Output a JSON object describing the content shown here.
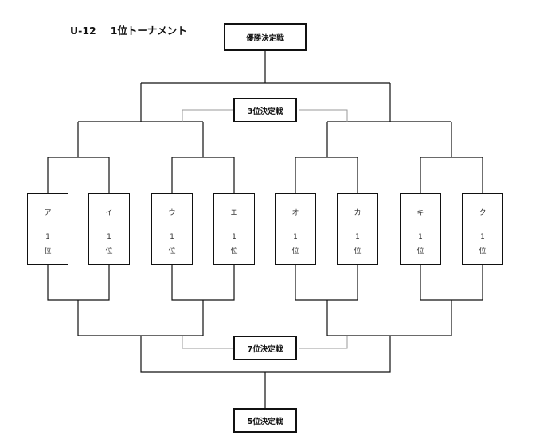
{
  "title": {
    "category": "U-12",
    "name": "1位トーナメント"
  },
  "matches": {
    "final": "優勝決定戦",
    "third_place": "3位決定戦",
    "seventh_place": "7位決定戦",
    "fifth_place": "5位決定戦"
  },
  "teams": [
    {
      "name": "ア",
      "rank_num": "1",
      "rank_unit": "位"
    },
    {
      "name": "イ",
      "rank_num": "1",
      "rank_unit": "位"
    },
    {
      "name": "ウ",
      "rank_num": "1",
      "rank_unit": "位"
    },
    {
      "name": "エ",
      "rank_num": "1",
      "rank_unit": "位"
    },
    {
      "name": "オ",
      "rank_num": "1",
      "rank_unit": "位"
    },
    {
      "name": "カ",
      "rank_num": "1",
      "rank_unit": "位"
    },
    {
      "name": "キ",
      "rank_num": "1",
      "rank_unit": "位"
    },
    {
      "name": "ク",
      "rank_num": "1",
      "rank_unit": "位"
    }
  ],
  "colors": {
    "line": "#111111",
    "loser_line": "#999999",
    "background": "#ffffff"
  }
}
